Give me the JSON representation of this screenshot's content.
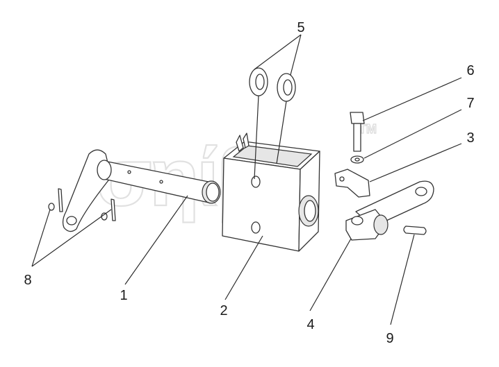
{
  "callouts": {
    "c1": "1",
    "c2": "2",
    "c3": "3",
    "c4": "4",
    "c5": "5",
    "c6": "6",
    "c7": "7",
    "c8": "8",
    "c9": "9"
  },
  "watermark": {
    "logo_text": "σηίβ",
    "trademark": "TM"
  }
}
